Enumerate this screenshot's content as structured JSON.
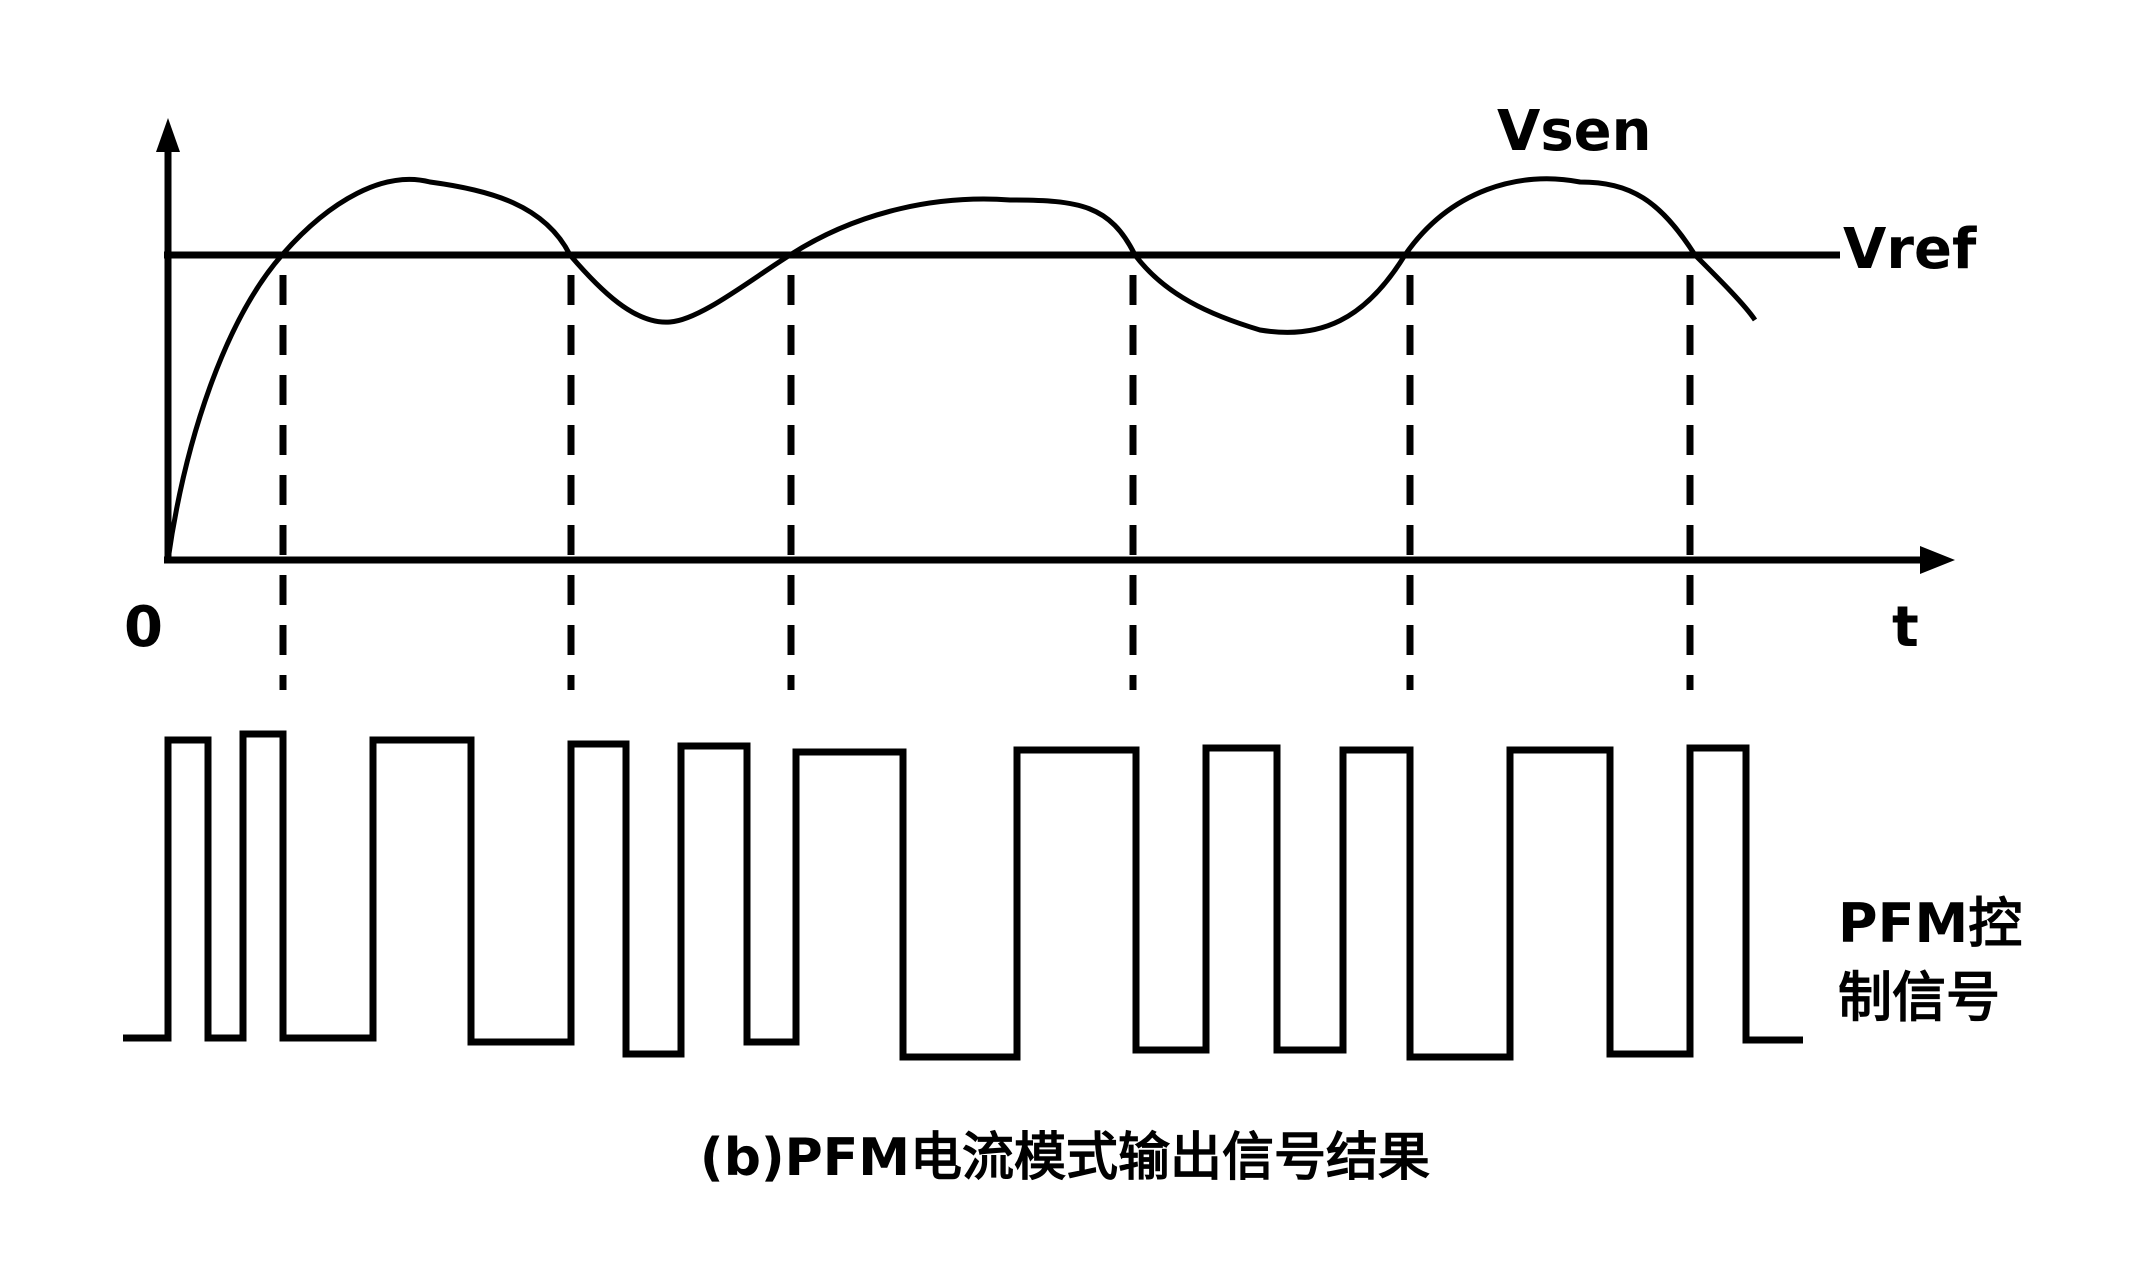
{
  "labels": {
    "origin": "0",
    "time_axis": "t",
    "vsen": "Vsen",
    "vref": "Vref",
    "pfm_line1": "PFM控",
    "pfm_line2": "制信号",
    "caption": "(b)PFM电流模式输出信号结果"
  },
  "colors": {
    "stroke": "#000000",
    "background": "#ffffff"
  }
}
